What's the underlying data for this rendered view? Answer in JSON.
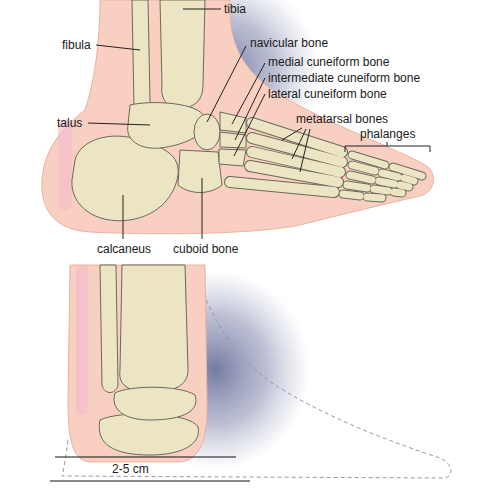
{
  "diagram": {
    "labels": [
      "tibia",
      "fibula",
      "navicular bone",
      "medial cuneiform bone",
      "intermediate cuneiform bone",
      "lateral cuneiform bone",
      "metatarsal bones",
      "phalanges",
      "talus",
      "calcaneus",
      "cuboid bone",
      "2-5 cm"
    ]
  }
}
